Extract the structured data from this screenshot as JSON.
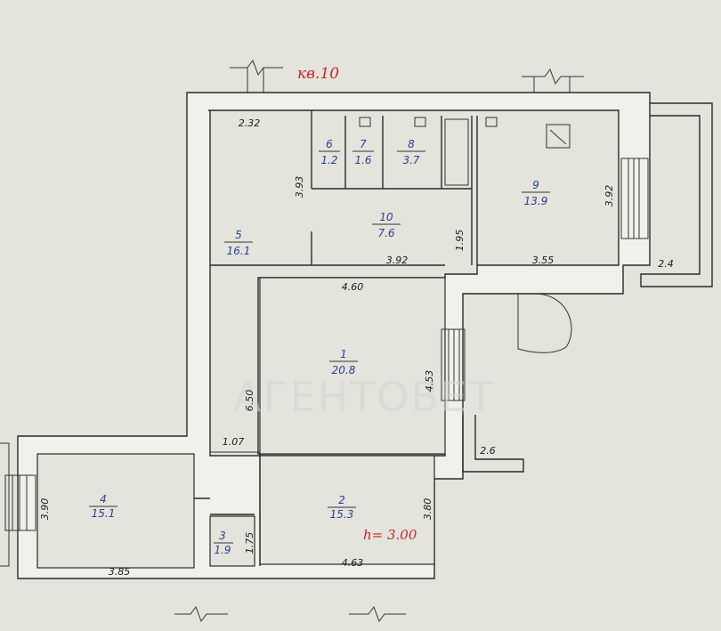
{
  "apartment_label": "кв.10",
  "ceiling_height": "h= 3.00",
  "watermark": "АГЕНТОВЕТ",
  "rooms": [
    {
      "no": "1",
      "area": "20.8"
    },
    {
      "no": "2",
      "area": "15.3"
    },
    {
      "no": "3",
      "area": "1.9"
    },
    {
      "no": "4",
      "area": "15.1"
    },
    {
      "no": "5",
      "area": "16.1"
    },
    {
      "no": "6",
      "area": "1.2"
    },
    {
      "no": "7",
      "area": "1.6"
    },
    {
      "no": "8",
      "area": "3.7"
    },
    {
      "no": "9",
      "area": "13.9"
    },
    {
      "no": "10",
      "area": "7.6"
    }
  ],
  "dimensions": [
    "2.32",
    "3.93",
    "3.92",
    "3.92",
    "3.55",
    "1.95",
    "2.4",
    "4.60",
    "6.50",
    "4.53",
    "1.07",
    "2.6",
    "3.90",
    "3.85",
    "1.75",
    "4.63",
    "3.80"
  ],
  "colors": {
    "paper": "#e4e3dc",
    "ink": "#2b3f9a",
    "red": "#c8242f"
  }
}
